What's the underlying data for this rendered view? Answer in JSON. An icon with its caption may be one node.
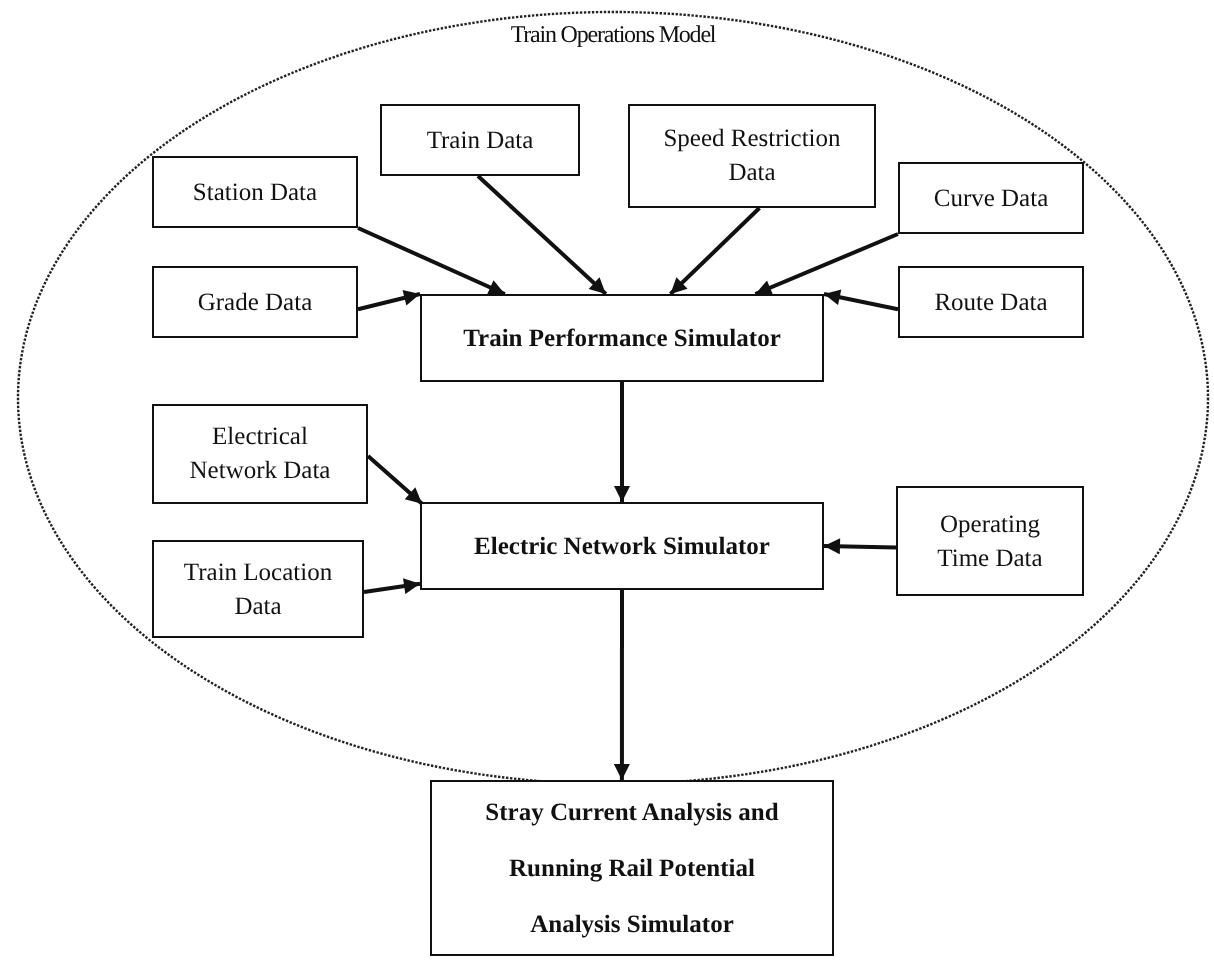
{
  "diagram": {
    "nodes": [
      {
        "text": [
          "Train Operations Model"
        ]
      },
      {
        "text": [
          "Station Data"
        ],
        "in": 0
      },
      {
        "text": [
          "Train Data"
        ],
        "in": 0
      },
      {
        "text": [
          "Speed Restriction Data"
        ],
        "in": 0
      },
      {
        "text": [
          "Curve Data"
        ],
        "in": 0
      },
      {
        "text": [
          "Grade Data"
        ],
        "in": 0
      },
      {
        "text": [
          "Route Data"
        ],
        "in": 0
      },
      {
        "text": [
          "Train Performance Simulator"
        ],
        "in": 0
      },
      {
        "text": [
          "Electrical Network Data"
        ],
        "in": 0
      },
      {
        "text": [
          "Electric Network Simulator"
        ],
        "in": 0
      },
      {
        "text": [
          "Operating Time Data"
        ],
        "in": 0
      },
      {
        "text": [
          "Train Location Data"
        ],
        "in": 0
      },
      {
        "text": [
          "Stray Current Analysis and Running Rail Potential Analysis Simulator"
        ]
      }
    ],
    "edges": [
      {
        "from": 1,
        "to": 7,
        "arrow": "to"
      },
      {
        "from": 2,
        "to": 7,
        "arrow": "to"
      },
      {
        "from": 3,
        "to": 7,
        "arrow": "to"
      },
      {
        "from": 4,
        "to": 7,
        "arrow": "to"
      },
      {
        "from": 5,
        "to": 7,
        "arrow": "to"
      },
      {
        "from": 6,
        "to": 7,
        "arrow": "to"
      },
      {
        "from": 7,
        "to": 9,
        "arrow": "to"
      },
      {
        "from": 8,
        "to": 9,
        "arrow": "to"
      },
      {
        "from": 11,
        "to": 9,
        "arrow": "to"
      },
      {
        "from": 10,
        "to": 9,
        "arrow": "to"
      },
      {
        "from": 9,
        "to": 12,
        "arrow": "to"
      }
    ]
  }
}
